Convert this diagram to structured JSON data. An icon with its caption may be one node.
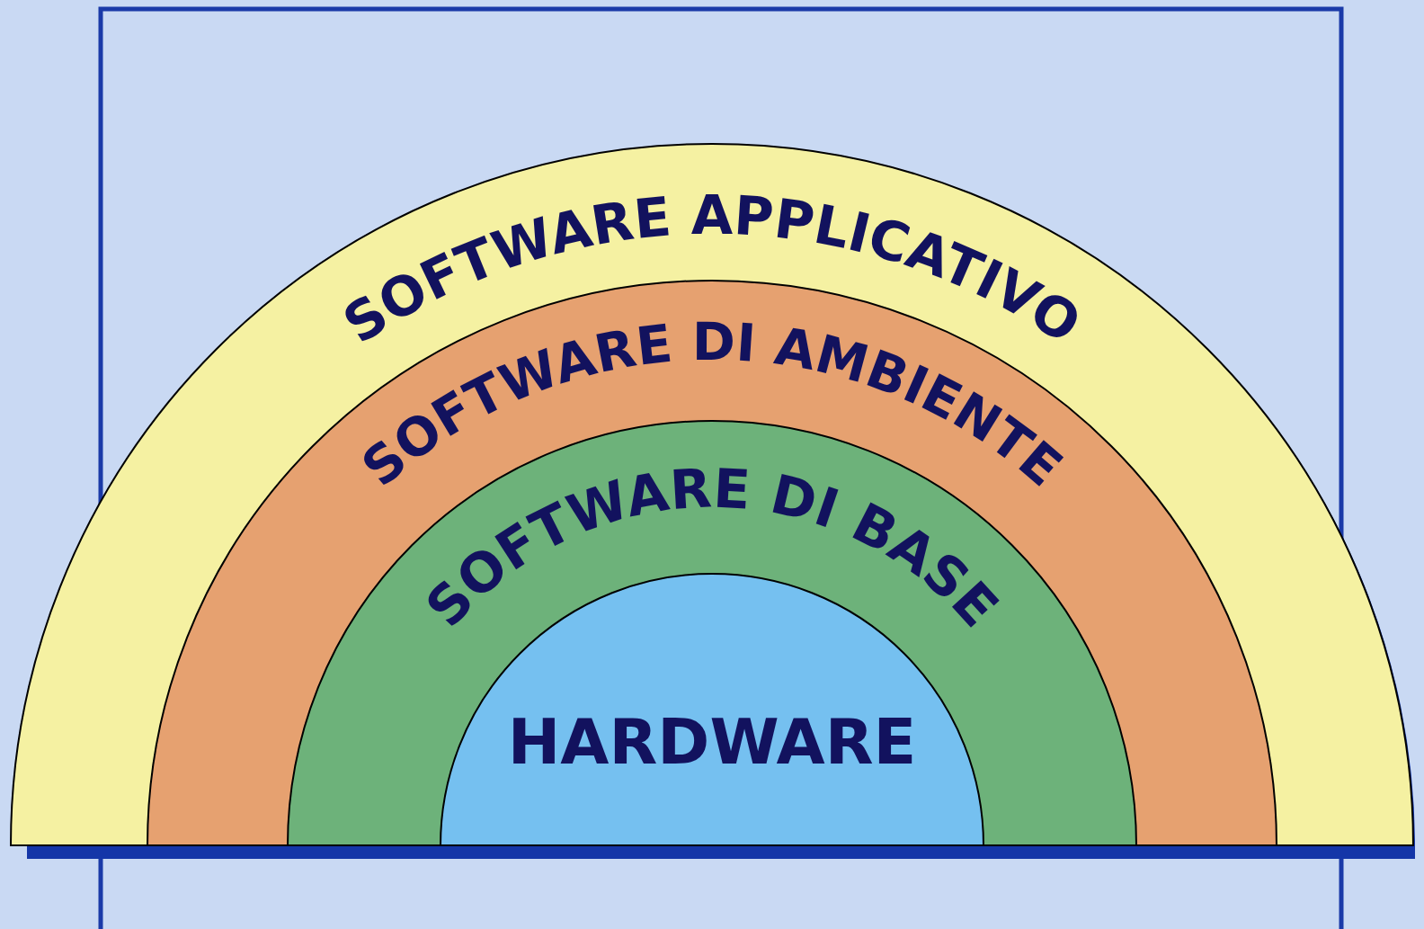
{
  "diagram": {
    "nodes": [
      {
        "text": [
          "SOFTWARE APPLICATIVO"
        ]
      },
      {
        "text": [
          "SOFTWARE DI AMBIENTE"
        ],
        "in": 0
      },
      {
        "text": [
          "SOFTWARE DI BASE"
        ],
        "in": 1
      },
      {
        "text": [
          "HARDWARE"
        ],
        "in": 2
      }
    ],
    "edges": []
  }
}
